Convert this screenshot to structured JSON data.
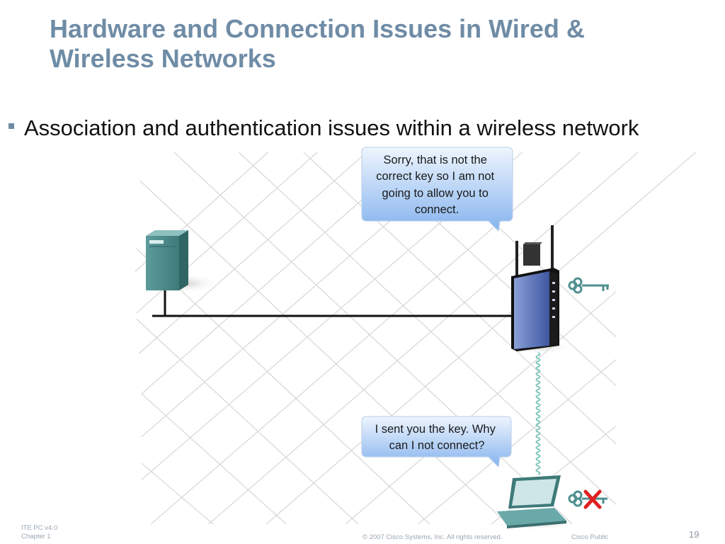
{
  "slide": {
    "title_line1": "Hardware and Connection Issues in Wired &",
    "title_line2": "Wireless Networks",
    "bullet": "Association and authentication issues within a wireless network"
  },
  "diagram": {
    "bubble_top": [
      "Sorry, that is not the",
      "correct key so I am not",
      "going to allow you to",
      "connect."
    ],
    "bubble_bottom": [
      "I sent you the key. Why",
      "can I not connect?"
    ]
  },
  "footer": {
    "course": "ITE PC v4.0",
    "chapter": "Chapter 1",
    "copyright": "© 2007 Cisco Systems, Inc. All rights reserved.",
    "classification": "Cisco Public",
    "page_number": "19"
  },
  "colors": {
    "title": "#6f8ca6",
    "bubble_top": "#e9f2fd",
    "bubble_bottom": "#8fbaf0",
    "server": "#4f8c8c",
    "router": "#5a73b8",
    "laptop": "#5d9a9a",
    "error_x": "#e02020"
  }
}
